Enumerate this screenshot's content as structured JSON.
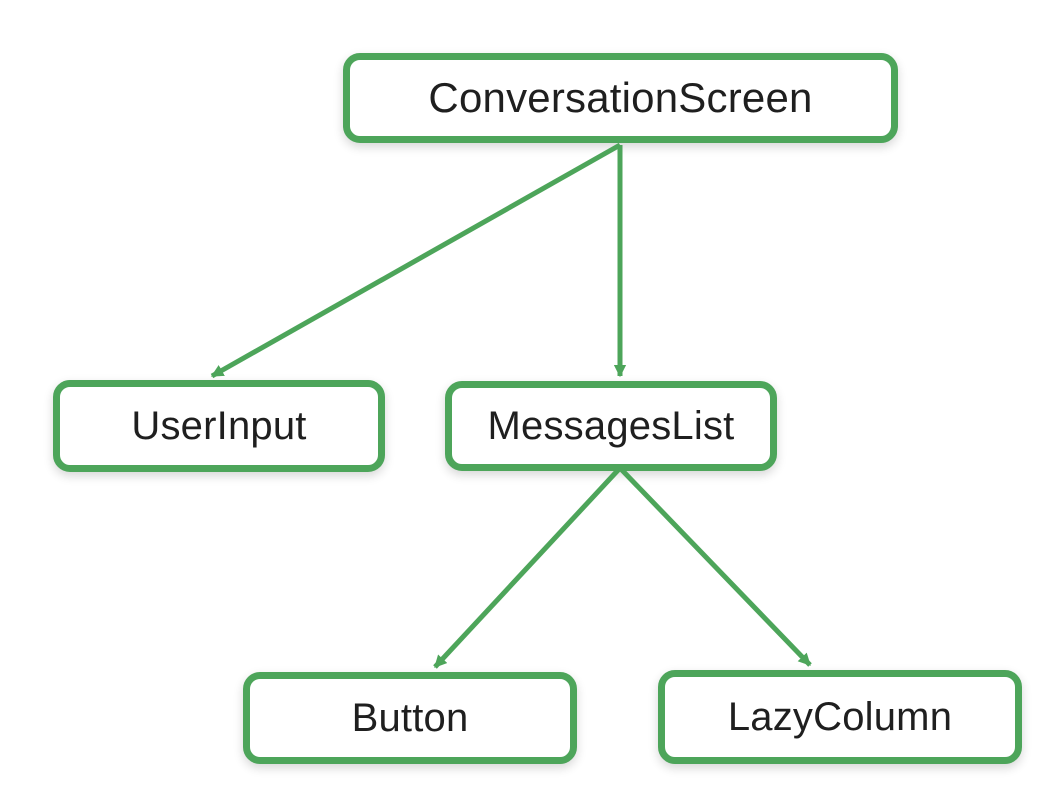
{
  "diagram": {
    "type": "tree",
    "description": "Compose UI component hierarchy tree",
    "nodes": [
      {
        "id": "conversation-screen",
        "label": "ConversationScreen"
      },
      {
        "id": "user-input",
        "label": "UserInput"
      },
      {
        "id": "messages-list",
        "label": "MessagesList"
      },
      {
        "id": "button",
        "label": "Button"
      },
      {
        "id": "lazy-column",
        "label": "LazyColumn"
      }
    ],
    "edges": [
      {
        "from": "ConversationScreen",
        "to": "UserInput",
        "style": "arrow"
      },
      {
        "from": "ConversationScreen",
        "to": "MessagesList",
        "style": "arrow"
      },
      {
        "from": "MessagesList",
        "to": "Button",
        "style": "arrow"
      },
      {
        "from": "MessagesList",
        "to": "LazyColumn",
        "style": "arrow"
      }
    ]
  },
  "colors": {
    "accent_green": "#4DA55A",
    "node_fill": "#FFFFFF",
    "text": "#1F1F1F",
    "background": "#FFFFFF"
  }
}
